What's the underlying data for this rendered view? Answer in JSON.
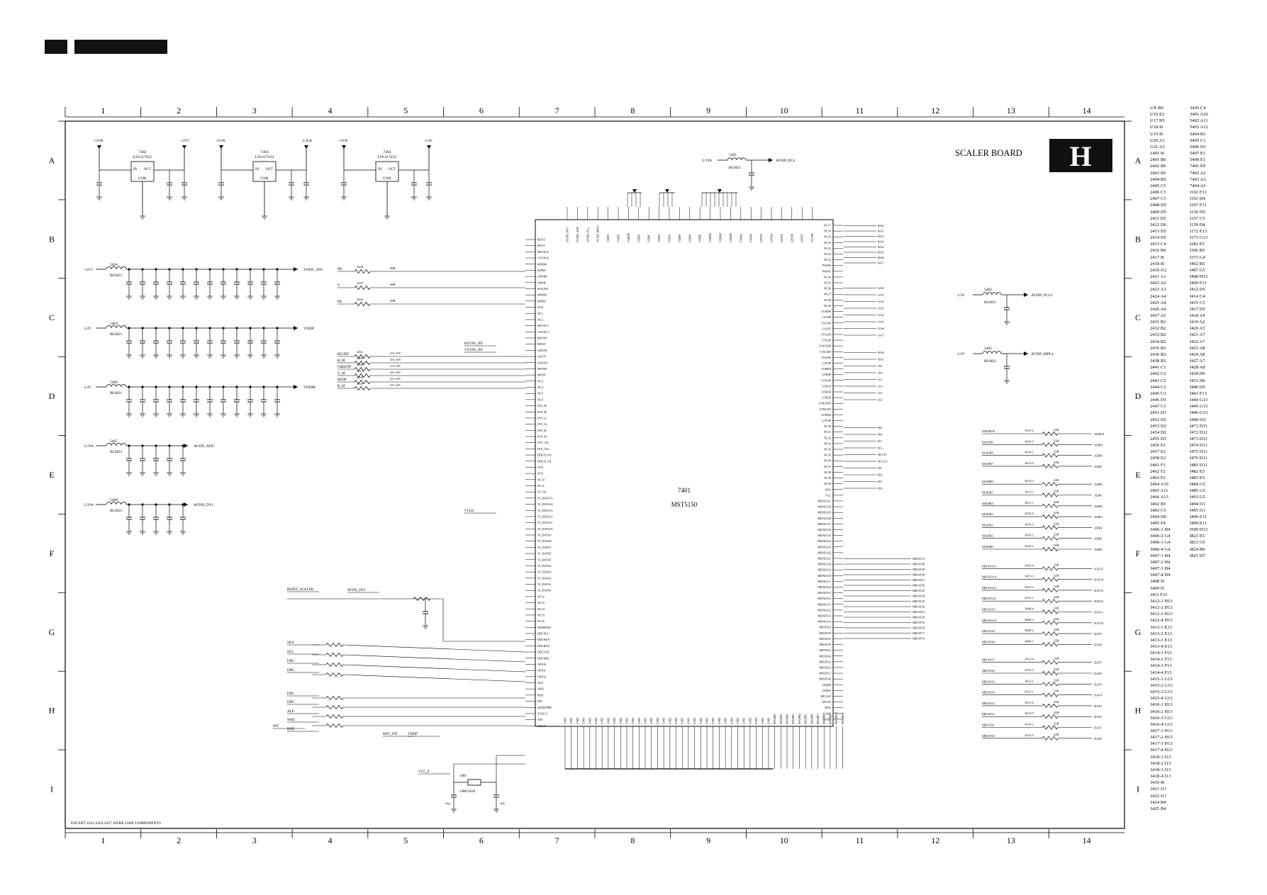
{
  "board": {
    "title": "SCALER BOARD",
    "letter": "H",
    "ic_ref": "7401",
    "ic_part": "MST5150",
    "footnote": "EXCEPT 2422,2424,2427 WERE CHIP COMPONENTS"
  },
  "grid": {
    "columns": [
      "1",
      "2",
      "3",
      "4",
      "5",
      "6",
      "7",
      "8",
      "9",
      "10",
      "11",
      "12",
      "13",
      "14"
    ],
    "rows": [
      "A",
      "B",
      "C",
      "D",
      "E",
      "F",
      "G",
      "H",
      "I"
    ]
  },
  "regulators": [
    {
      "ref": "7402",
      "part": "LD1117S25",
      "in": "+5VB",
      "out": "+2V5",
      "ic": "IN",
      "oct": "OCT",
      "com": "COM"
    },
    {
      "ref": "7403",
      "part": "LD1117S33",
      "in": "+5VB",
      "out": "3.3VA",
      "ic": "IN",
      "oct": "OCT",
      "com": "COM"
    },
    {
      "ref": "7404",
      "part": "LD1117S33",
      "in": "+5VB",
      "out": "3.3V",
      "ic": "IN",
      "oct": "OCT",
      "com": "COM"
    }
  ],
  "supplies": [
    {
      "ref": "5404",
      "src": "+2V5",
      "dest": "VDDC_INS",
      "label": "BLM21"
    },
    {
      "ref": "5403",
      "src": "3.3V",
      "dest": "VDDP",
      "label": "BLM21"
    },
    {
      "ref": "5406",
      "src": "3.3V",
      "dest": "VDDM",
      "label": "BLM21"
    },
    {
      "ref": "5407",
      "src": "3.3VA",
      "dest": "AVDD_ADC",
      "label": "BLM21"
    },
    {
      "ref": "5408",
      "src": "3.3VA",
      "dest": "AVDD_DVI",
      "label": "BLM21"
    }
  ],
  "pll": [
    {
      "ref": "5401",
      "src": "3.3VA",
      "dest": "AVDD_PLL",
      "label": "BLM21"
    },
    {
      "ref": "5402",
      "src": "3.3V",
      "dest": "AVDD_PLL2",
      "label": "BLM21"
    },
    {
      "ref": "5405",
      "src": "3.3V",
      "dest": "AVDD_MPLL",
      "label": "BLM21"
    }
  ],
  "ic_left_pins": [
    "REXT",
    "REXT",
    "HSYNC0",
    "VSYNC0",
    "RIN0M",
    "RIN0P",
    "GIN0M",
    "GIN0P",
    "SOGIN0",
    "BIN0M",
    "BIN0P",
    "NC0",
    "NC1",
    "NC2",
    "HSYNC1",
    "VSYNC1",
    "RIN1M",
    "RIN1P",
    "GIN1M",
    "GIN1P",
    "SOGIN1",
    "BIN1M",
    "BIN1P",
    "NC3",
    "NC4",
    "NC5",
    "NC6",
    "DVI_B-",
    "DVI_B+",
    "DVI_G-",
    "DVI_G+",
    "DVI_R-",
    "DVI_R+",
    "DVI_CK-",
    "DVI_CK+",
    "DDCD_DA",
    "DDCD_CK",
    "NC8",
    "NC9",
    "NC10",
    "NC11",
    "VI_CK",
    "VI_DATA15",
    "VI_DATA14",
    "VI_DATA13",
    "VI_DATA12",
    "VI_DATA11",
    "VI_DATA10",
    "VI_DATA9",
    "VI_DATA8",
    "VI_DATA7",
    "VI_DATA6",
    "VI_DATA5",
    "VI_DATA4",
    "VI_DATA3",
    "VI_DATA2",
    "VI_DATA1",
    "VI_DATA0",
    "NC12",
    "NC13",
    "NC14",
    "NC15",
    "NC16",
    "HWRESET",
    "DDCSCL",
    "DDCSDA",
    "DDCRXS",
    "DDCTXS",
    "DDCRES",
    "GPIO0",
    "GPIO1",
    "GPIO2",
    "ALE",
    "WRZ",
    "RDZ",
    "INT",
    "MODTPPB",
    "XTALO",
    "XIN",
    "XOUT"
  ],
  "ic_right_pins": [
    "NC17",
    "NC18",
    "NC19",
    "NC20",
    "NC21",
    "NC22",
    "NC23",
    "PWM0",
    "PWM1",
    "NC24",
    "NC25",
    "NC26",
    "NC27",
    "NC28",
    "NC29",
    "LVA0M",
    "LVA0P",
    "LVA1M",
    "LVA1P",
    "LVA2M",
    "LVA2P",
    "LVACKM",
    "LVACKP",
    "LVA3M",
    "LVA3P",
    "LVB0M",
    "LVB0P",
    "LVB1M",
    "LVB1P",
    "LVB2M",
    "LVB2P",
    "LVBCKM",
    "LVBCKP",
    "LVB3M",
    "LVB3P",
    "NC30",
    "NC31",
    "NC32",
    "NC33",
    "NC34",
    "NC35",
    "NC36",
    "NC37",
    "NC38",
    "NC39",
    "NC40",
    "SDA",
    "SCL",
    "MDATA31",
    "MDATA30",
    "MDATA29",
    "MDATA28",
    "MDATA27",
    "MDATA26",
    "MDATA25",
    "MDATA24",
    "MDATA23",
    "MDATA22",
    "MDATA21",
    "MDATA20",
    "MDATA19",
    "MDATA18",
    "MDATA17",
    "MDATA16",
    "MDATA15",
    "MDATA14",
    "MDATA13",
    "MDATA12",
    "MDATA11",
    "MDATA10",
    "MDATA9",
    "MDATA8",
    "MDATA7",
    "MDATA6",
    "MDATA5",
    "MDATA4",
    "MDATA3",
    "MDATA2",
    "MDATA1",
    "MDATA0",
    "DQM0",
    "DQM1",
    "MCLKE",
    "MCLK",
    "WEZ",
    "CASZ",
    "RASZ"
  ],
  "ic_bottom_pins": [
    "GND",
    "GND",
    "GND",
    "GND",
    "GND",
    "GND",
    "GND",
    "GND",
    "GND",
    "GND",
    "GND",
    "GND",
    "GND",
    "GND",
    "GND",
    "GND",
    "GND",
    "GND",
    "GND",
    "GND",
    "GND",
    "GND",
    "GND",
    "GND",
    "GND",
    "GND",
    "GND",
    "GND",
    "GND",
    "GND",
    "GND",
    "GND",
    "GND",
    "GND",
    "MADR0",
    "MADR1",
    "MADR2",
    "MADR3",
    "MADR4",
    "MADR5",
    "MADR6",
    "MADR7",
    "MADR8",
    "MADR9",
    "MADR10",
    "MADR11"
  ],
  "ic_top_pins": [
    "AVDD_DVI",
    "AVDD_ADC",
    "AVDD_PLL",
    "AVDD_MPLL",
    "VDDC",
    "VDDP",
    "VDDM",
    "VDDC",
    "VDDC",
    "VDDC",
    "VDDC",
    "VDDP",
    "VDDP",
    "VDDP",
    "VDDM",
    "VDDM",
    "VDDM",
    "PWM2",
    "PWM3",
    "GPIO3",
    "GPIO4",
    "GPIO5",
    "GPIO6",
    "GPIO7",
    "VCTRL"
  ],
  "lvds_labels": [
    "RA0",
    "RA1",
    "RA2",
    "RA3",
    "RA4",
    "RA5",
    "RA6",
    "RA7",
    "GA0",
    "GA1",
    "GA2",
    "GA3",
    "GA4",
    "GA5",
    "GA6",
    "GA7",
    "BA0",
    "BA1",
    "A0-",
    "A0+",
    "A1-",
    "A1+",
    "A2-",
    "A2+",
    "B0-",
    "B0+",
    "B1-",
    "B1+",
    "BCLK-",
    "BCLK+",
    "B2-",
    "B2+",
    "B3-",
    "B3+"
  ],
  "sdram_mdq": [
    "MDAT31",
    "MDAT30",
    "MDAT29",
    "MDAT28",
    "MDAT27",
    "MDAT26",
    "MDAT25",
    "MDAT24",
    "MDAT23",
    "MDAT22",
    "MDAT21",
    "MDAT20",
    "MDAT19",
    "MDAT18",
    "MDAT17",
    "MDAT16"
  ],
  "right_resistors": [
    {
      "ref": "3410-4",
      "val": "22R",
      "net": "MADR10",
      "out": "ADR10"
    },
    {
      "ref": "3410-3",
      "val": "22R",
      "net": "MADR9",
      "out": "ADR9"
    },
    {
      "ref": "3410-2",
      "val": "22R",
      "net": "MADR8",
      "out": "ADR8"
    },
    {
      "ref": "3413-4",
      "val": "22R",
      "net": "MADR7",
      "out": "ADR7"
    },
    {
      "ref": "3413-3",
      "val": "22R",
      "net": "MADR6",
      "out": "ADR6"
    },
    {
      "ref": "3413-2",
      "val": "22R",
      "net": "MADR5",
      "out": "ADR5"
    },
    {
      "ref": "3413-1",
      "val": "22R",
      "net": "MADR4",
      "out": "ADR4"
    },
    {
      "ref": "3416-4",
      "val": "22R",
      "net": "MADR3",
      "out": "ADR3"
    },
    {
      "ref": "3416-3",
      "val": "22R",
      "net": "MADR2",
      "out": "ADR2"
    },
    {
      "ref": "3416-2",
      "val": "22R",
      "net": "MADR1",
      "out": "ADR1"
    },
    {
      "ref": "3416-1",
      "val": "22R",
      "net": "MADR0",
      "out": "ADR0"
    },
    {
      "ref": "3415-4",
      "val": "22R",
      "net": "MDATA15",
      "out": "DAT15"
    },
    {
      "ref": "3415-3",
      "val": "22R",
      "net": "MDATA14",
      "out": "DAT14"
    },
    {
      "ref": "3415-2",
      "val": "22R",
      "net": "MDATA13",
      "out": "DAT13"
    },
    {
      "ref": "3415-1",
      "val": "22R",
      "net": "MDATA12",
      "out": "DAT12"
    },
    {
      "ref": "3408-4",
      "val": "22R",
      "net": "MDATA11",
      "out": "DAT11"
    },
    {
      "ref": "3408-3",
      "val": "22R",
      "net": "MDATA10",
      "out": "DAT10"
    },
    {
      "ref": "3408-2",
      "val": "22R",
      "net": "MDATA9",
      "out": "DAT9"
    },
    {
      "ref": "3408-1",
      "val": "22R",
      "net": "MDATA8",
      "out": "DAT8"
    },
    {
      "ref": "3412-4",
      "val": "22R",
      "net": "MDATA7",
      "out": "DAT7"
    },
    {
      "ref": "3412-3",
      "val": "22R",
      "net": "MDATA6",
      "out": "DAT6"
    },
    {
      "ref": "3412-2",
      "val": "22R",
      "net": "MDATA5",
      "out": "DAT5"
    },
    {
      "ref": "3412-1",
      "val": "22R",
      "net": "MDATA4",
      "out": "DAT4"
    },
    {
      "ref": "3414-4",
      "val": "22R",
      "net": "MDATA3",
      "out": "DAT3"
    },
    {
      "ref": "3414-3",
      "val": "22R",
      "net": "MDATA2",
      "out": "DAT2"
    },
    {
      "ref": "3414-2",
      "val": "22R",
      "net": "MDATA1",
      "out": "DAT1"
    },
    {
      "ref": "3414-1",
      "val": "22R",
      "net": "MDATA0",
      "out": "DAT0"
    }
  ],
  "left_inputs": [
    {
      "net": "PR",
      "ref": "3428",
      "val": "68R"
    },
    {
      "net": "Y",
      "ref": "3425",
      "val": "68R"
    },
    {
      "net": "PB",
      "ref": "3426",
      "val": "68R"
    },
    {
      "net": "BLUEP",
      "ref": "2412",
      "val": "47n 16V"
    },
    {
      "net": "R_M",
      "ref": "2409",
      "val": "47n 16V"
    },
    {
      "net": "GREENP",
      "ref": "2408",
      "val": "47n 16V"
    },
    {
      "net": "G_M",
      "ref": "2413",
      "val": "47n 16V"
    },
    {
      "net": "REDP",
      "ref": "2403",
      "val": "47n 16V"
    },
    {
      "net": "B_M",
      "ref": "2415",
      "val": "47n 16V"
    }
  ],
  "misc_labels": [
    "HSYNC_PD",
    "VSYNC_PD",
    "VCLK",
    "RESET_SCALER",
    "AVDD_DVI",
    "SDA",
    "SCL",
    "DDC",
    "DDC",
    "DDC",
    "DDC",
    "ALE",
    "WRZ",
    "RDZ",
    "INT",
    "MST_INT",
    "VDDP",
    "VCC_8",
    "GND"
  ],
  "crystal": {
    "ref": "1401",
    "val": "14M31818",
    "cap1": "22p",
    "cap2": "22p"
  },
  "parts_index": [
    "UX B6",
    "U16 E2",
    "U17 H5",
    "U18 I6",
    "U19 I6",
    "U20 A1",
    "U21 A3",
    "1401 I6",
    "2401 B6",
    "2402 B6",
    "2403 B5",
    "2404 B5",
    "2405 C5",
    "2406 C5",
    "2407 C5",
    "2408 D5",
    "2409 D5",
    "2411 D5",
    "2412 D6",
    "2413 D5",
    "2414 D5",
    "2415 C4",
    "2416 B6",
    "2417 I6",
    "2418 I6",
    "2419 I12",
    "2421 A1",
    "2422 A2",
    "2423 A3",
    "2424 A4",
    "2425 A4",
    "2426 A4",
    "2427 A5",
    "2431 B1",
    "2432 B2",
    "2433 B2",
    "2434 B2",
    "2435 B3",
    "2436 B3",
    "2438 B3",
    "2441 C1",
    "2442 C2",
    "2443 C2",
    "2444 C2",
    "2445 C3",
    "2446 D3",
    "2447 C3",
    "2451 D1",
    "2452 D2",
    "2453 D2",
    "2454 D2",
    "2455 D3",
    "2456 E1",
    "2457 E2",
    "2458 E2",
    "2461 F1",
    "2462 F2",
    "2463 F2",
    "2464 A10",
    "2465 A11",
    "2466 A13",
    "3402 B5",
    "3403 C5",
    "3404 D6",
    "3405 F4",
    "3406-1 H4",
    "3406-2 G4",
    "3406-3 G4",
    "3406-4 G4",
    "3407-1 H4",
    "3407-2 H4",
    "3407-3 H4",
    "3407-4 H4",
    "3408 I5",
    "3409 I5",
    "3411 F11",
    "3412-1 H13",
    "3412-2 H13",
    "3412-3 H13",
    "3412-4 H13",
    "3413-1 E13",
    "3413-2 E13",
    "3413-3 E13",
    "3413-4 E13",
    "3414-1 F13",
    "3414-2 F13",
    "3414-3 F13",
    "3414-4 F13",
    "3415-1 G13",
    "3415-2 G13",
    "3415-3 G13",
    "3415-4 G13",
    "3416-1 H13",
    "3416-2 H13",
    "3416-3 G13",
    "3416-4 G13",
    "3417-1 H13",
    "3417-2 H13",
    "3417-3 H13",
    "3417-4 H13",
    "3418-1 I13",
    "3418-2 I13",
    "3418-3 I13",
    "3418-4 I13",
    "3419 I6",
    "3421 I11",
    "3422 I11",
    "3424 B4",
    "3425 B4",
    "3426 C4",
    "3401 A10",
    "5402 A11",
    "5403 A12",
    "5404 B1",
    "5405 C1",
    "5406 D1",
    "5407 E1",
    "5408 E1",
    "7401 E9",
    "7402 A2",
    "7403 A3",
    "7404 A5",
    "I102 F11",
    "I103 D4",
    "I107 F11",
    "I156 D5",
    "I157 C5",
    "I159 D4",
    "I172 E13",
    "I173 G13",
    "I282 E5",
    "I306 B5",
    "I373 G4",
    "I402 B5",
    "I407 G5",
    "I408 H13",
    "I409 F11",
    "I412 D5",
    "I414 C4",
    "I415 C5",
    "I417 D5",
    "I418 A4",
    "I419 A2",
    "I420 A5",
    "I421 A7",
    "I422 A7",
    "I423 A8",
    "I424 A8",
    "I427 A7",
    "I428 A8",
    "I430 D6",
    "I431 D6",
    "I440 D5",
    "I441 F13",
    "I444 G13",
    "I445 G13",
    "I446 G13",
    "I448 I10",
    "I471 D11",
    "I472 D11",
    "I473 D11",
    "I474 D11",
    "I475 D11",
    "I476 D11",
    "I481 D11",
    "I482 E5",
    "I483 E5",
    "I484 G5",
    "I485 G5",
    "I493 G5",
    "I494 I11",
    "I495 I11",
    "I496 E11",
    "I499 E11",
    "I500 H13",
    "I821 E5",
    "I823 C6",
    "I824 B6",
    "I825 D7"
  ]
}
